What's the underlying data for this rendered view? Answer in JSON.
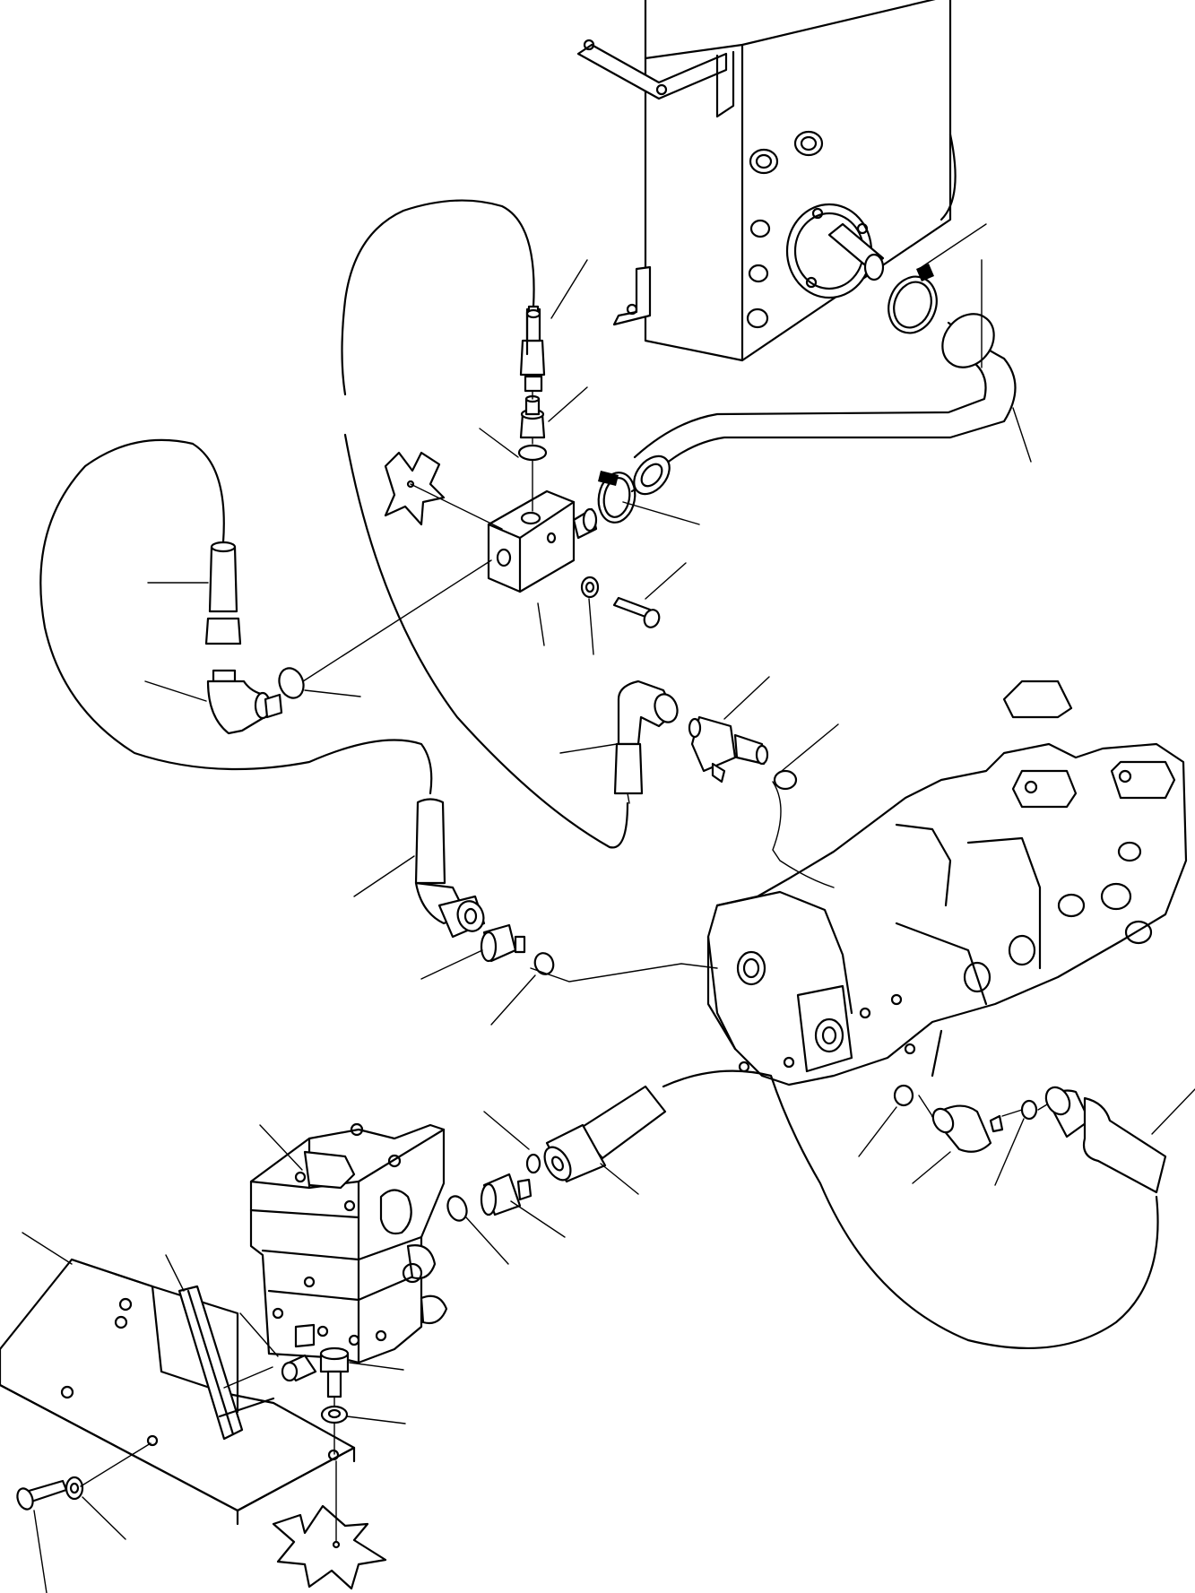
{
  "diagram": {
    "kind": "exploded-parts-drawing",
    "line_color": "#000000",
    "background": "#ffffff",
    "components": [
      "hydraulic-tank",
      "suction-hose",
      "hose-clamp",
      "junction-block",
      "elbow-fitting",
      "tee-fitting",
      "straight-connector",
      "o-ring",
      "hydraulic-pump",
      "control-valve",
      "mounting-bracket",
      "bolt",
      "washer",
      "spacer"
    ]
  }
}
